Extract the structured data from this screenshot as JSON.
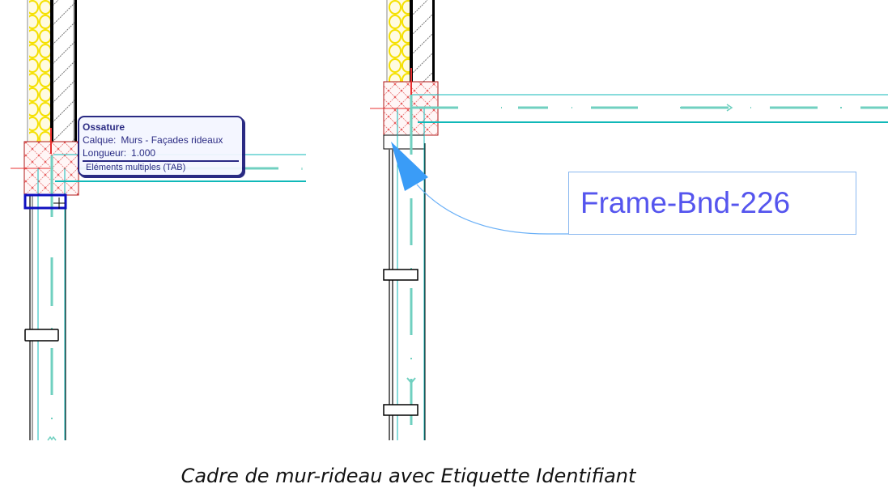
{
  "tooltip": {
    "title": "Ossature",
    "layer_label": "Calque:",
    "layer_value": "Murs - Façades rideaux",
    "length_label": "Longueur:",
    "length_value": "1.000",
    "hint": "Eléments multiples (TAB)"
  },
  "identifier_label": {
    "text": "Frame-Bnd-226",
    "color": "#5555ee",
    "border_color": "#8ab8f0"
  },
  "caption": "Cadre de mur-rideau avec Etiquette Identifiant",
  "colors": {
    "insulation": "#f5e000",
    "frame_hatch": "#e86060",
    "frame_border": "#b01818",
    "curtain_wall_line": "#10b8b8",
    "reference_line": "#70d0c0",
    "selection_blue": "#1010c0",
    "pointer_blue": "#3a9cf7",
    "cursor_red": "#e83030"
  }
}
